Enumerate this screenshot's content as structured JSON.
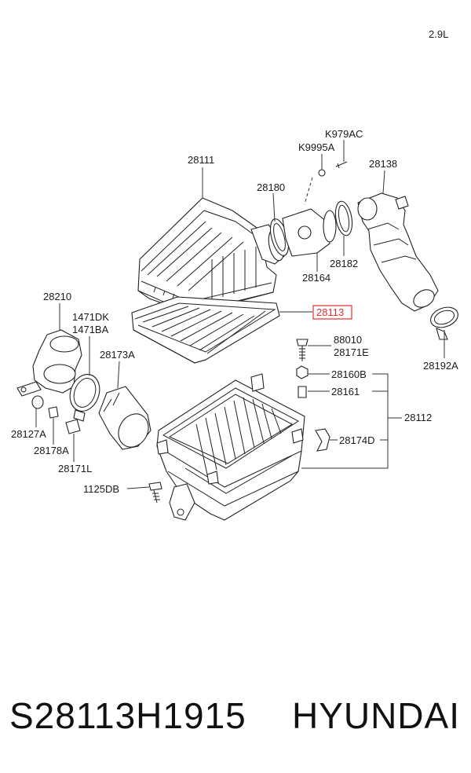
{
  "engine": "2.9L",
  "labels": {
    "l28111": "28111",
    "l28180": "28180",
    "lK9995A": "K9995A",
    "lK979AC": "K979AC",
    "l28138": "28138",
    "l28182": "28182",
    "l28164": "28164",
    "l28113": "28113",
    "l28210": "28210",
    "l1471DK": "1471DK",
    "l1471BA": "1471BA",
    "l28173A": "28173A",
    "l88010": "88010",
    "l28171E": "28171E",
    "l28192A": "28192A",
    "l28160B": "28160B",
    "l28161": "28161",
    "l28112": "28112",
    "l28174D": "28174D",
    "l28127A": "28127A",
    "l28178A": "28178A",
    "l28171L": "28171L",
    "l1125DB": "1125DB"
  },
  "highlighted_part": "28113",
  "highlight_color": "#e03030",
  "footer": {
    "part_number": "S28113H1915",
    "brand": "HYUNDAI"
  }
}
